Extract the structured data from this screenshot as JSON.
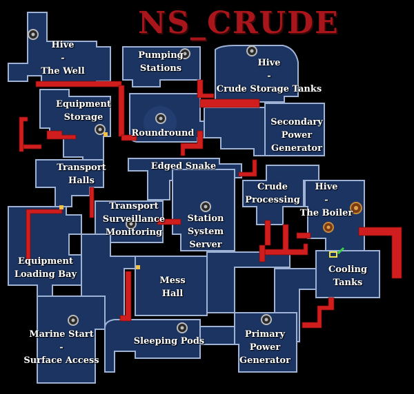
{
  "map": {
    "title": "NS_CRUDE",
    "colors": {
      "background": "#000000",
      "room": "#1c3462",
      "outline": "#9fb3d6",
      "vent": "#d01e1e",
      "title": "#a8161b"
    },
    "rooms": [
      {
        "id": "hive-well",
        "lines": [
          "Hive",
          "-",
          "The Well"
        ]
      },
      {
        "id": "pumping",
        "lines": [
          "Pumping",
          "Stations"
        ]
      },
      {
        "id": "hive-crude",
        "lines": [
          "Hive",
          "-",
          "Crude Storage Tanks"
        ]
      },
      {
        "id": "equipment-storage",
        "lines": [
          "Equipment",
          "Storage"
        ]
      },
      {
        "id": "roundround",
        "lines": [
          "Roundround"
        ]
      },
      {
        "id": "secondary-power",
        "lines": [
          "Secondary",
          "Power",
          "Generator"
        ]
      },
      {
        "id": "edged-snake",
        "lines": [
          "Edged Snake"
        ]
      },
      {
        "id": "transport-halls",
        "lines": [
          "Transport",
          "Halls"
        ]
      },
      {
        "id": "crude-processing",
        "lines": [
          "Crude",
          "Processing"
        ]
      },
      {
        "id": "hive-boiler",
        "lines": [
          "Hive",
          "-",
          "The Boiler"
        ]
      },
      {
        "id": "transport-surveillance",
        "lines": [
          "Transport",
          "Surveillance",
          "Monitoring"
        ]
      },
      {
        "id": "station-system",
        "lines": [
          "Station",
          "System",
          "Server"
        ]
      },
      {
        "id": "equipment-loading",
        "lines": [
          "Equipment",
          "Loading Bay"
        ]
      },
      {
        "id": "cooling-tanks",
        "lines": [
          "Cooling",
          "Tanks"
        ]
      },
      {
        "id": "mess-hall",
        "lines": [
          "Mess",
          "Hall"
        ]
      },
      {
        "id": "marine-start",
        "lines": [
          "Marine Start",
          "-",
          "Surface Access"
        ]
      },
      {
        "id": "sleeping-pods",
        "lines": [
          "Sleeping Pods"
        ]
      },
      {
        "id": "primary-power",
        "lines": [
          "Primary",
          "Power",
          "Generator"
        ]
      }
    ],
    "markers": {
      "resource_nodes": 10,
      "hive_markers": 1,
      "ladders": 3,
      "ready_room": 1
    }
  }
}
